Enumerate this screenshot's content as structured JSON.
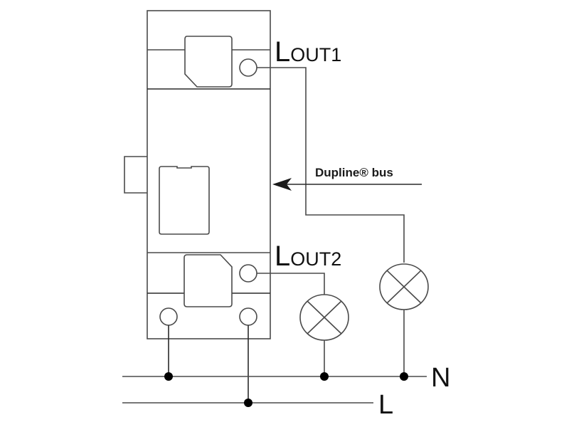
{
  "diagram": {
    "type": "wiring-diagram",
    "device": "Dupline dual relay output module",
    "outputs": [
      {
        "label_main": "L",
        "label_sub": "OUT1",
        "load": "lamp"
      },
      {
        "label_main": "L",
        "label_sub": "OUT2",
        "load": "lamp"
      }
    ],
    "bus": {
      "label": "Dupline® bus"
    },
    "rails": [
      {
        "label": "N",
        "name": "neutral"
      },
      {
        "label": "L",
        "name": "line"
      }
    ],
    "colors": {
      "line": "#4a4a4a",
      "text": "#111111",
      "junction": "#000000"
    }
  }
}
